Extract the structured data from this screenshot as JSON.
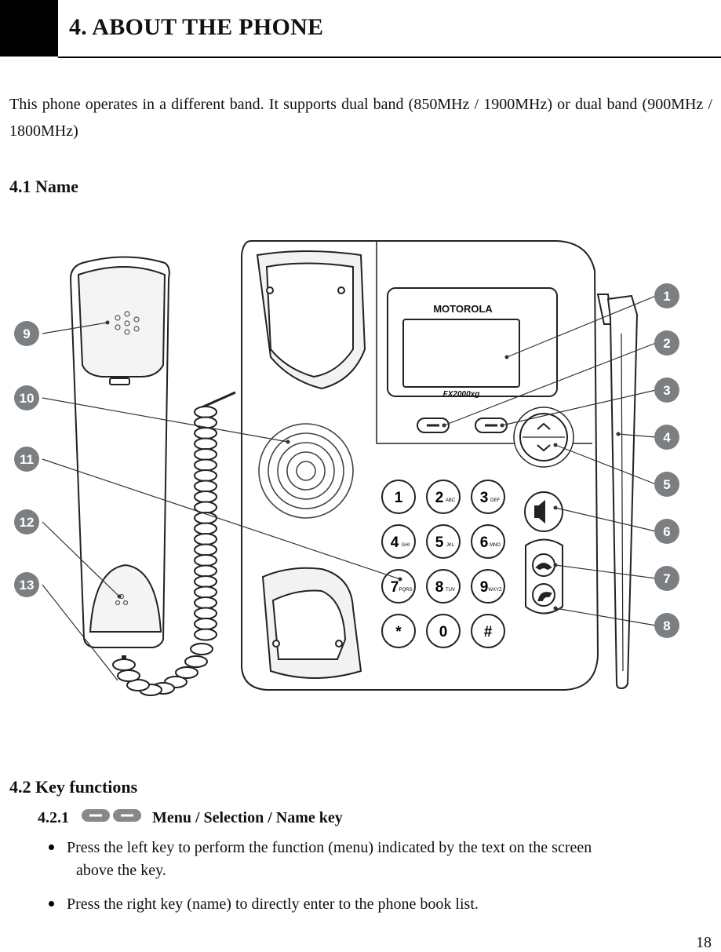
{
  "header": {
    "title": "4. ABOUT THE PHONE"
  },
  "intro": {
    "text": "This phone operates in a different band. It supports dual band (850MHz / 1900MHz) or dual band (900MHz / 1800MHz)"
  },
  "section_name": {
    "title": "4.1 Name"
  },
  "figure": {
    "brand": "MOTOROLA",
    "model": "FX2000xg",
    "callouts": [
      "1",
      "2",
      "3",
      "4",
      "5",
      "6",
      "7",
      "8",
      "9",
      "10",
      "11",
      "12",
      "13"
    ],
    "keypad": [
      {
        "digit": "1",
        "letters": ""
      },
      {
        "digit": "2",
        "letters": "ABC"
      },
      {
        "digit": "3",
        "letters": "DEF"
      },
      {
        "digit": "4",
        "letters": "GHI"
      },
      {
        "digit": "5",
        "letters": "JKL"
      },
      {
        "digit": "6",
        "letters": "MNO"
      },
      {
        "digit": "7",
        "letters": "PQRS"
      },
      {
        "digit": "8",
        "letters": "TUV"
      },
      {
        "digit": "9",
        "letters": "WXYZ"
      },
      {
        "digit": "*",
        "letters": ""
      },
      {
        "digit": "0",
        "letters": ""
      },
      {
        "digit": "#",
        "letters": ""
      }
    ]
  },
  "section_keys": {
    "title": "4.2 Key functions",
    "sub_number": "4.2.1",
    "sub_title": "Menu / Selection / Name key",
    "bullets": [
      "Press the left key to perform the function (menu) indicated by the text on the screen",
      "above the key.",
      "Press the right key (name) to directly enter to the phone book list."
    ]
  },
  "page_number": "18"
}
